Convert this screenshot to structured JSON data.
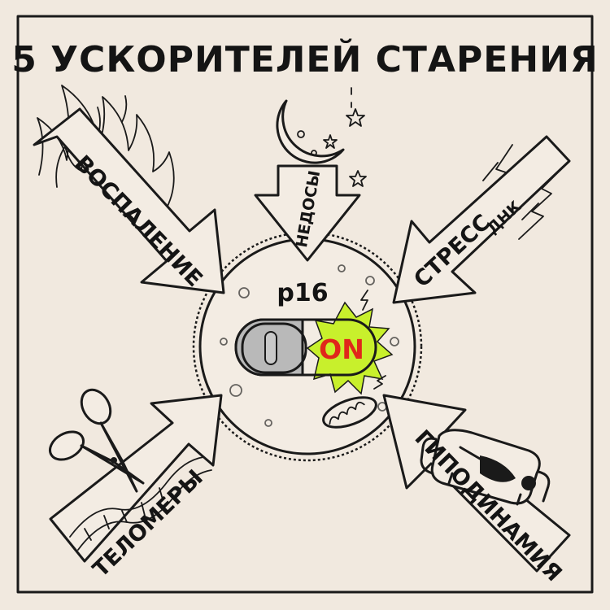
{
  "title": "5 УСКОРИТЕЛЕЙ СТАРЕНИЯ",
  "labels": {
    "inflammation": "ВОСПАЛЕНИЕ",
    "sleep": "НЕДОСЫ",
    "dna_stress_1": "СТРЕСС",
    "dna_stress_2": "ДНК",
    "telomeres": "ТЕЛОМЕРЫ",
    "hypodynamia": "ГИПОДИНАМИЯ"
  },
  "cell": {
    "gene": "p16",
    "switch_state": "ON"
  },
  "colors": {
    "background": "#f1e9df",
    "ink": "#1a1a1a",
    "switch_on": "#c8f02c",
    "on_text": "#e0271b",
    "knob": "#9a9a9a"
  },
  "icons": [
    "fire-icon",
    "moon-icon",
    "lightning-icon",
    "scissors-icon",
    "dna-icon",
    "sofa-icon"
  ]
}
